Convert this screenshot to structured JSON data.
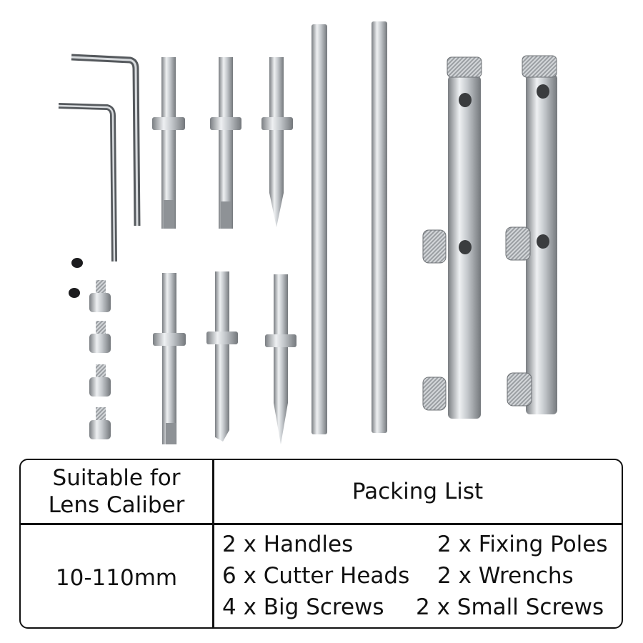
{
  "table": {
    "caliber_header_line1": "Suitable for",
    "caliber_header_line2": "Lens Caliber",
    "packing_header": "Packing List",
    "caliber_value": "10-110mm",
    "items": [
      "2 x Handles",
      "2 x Fixing Poles",
      "6 x Cutter Heads",
      "2 x Wrenchs",
      "4 x Big Screws",
      "2 x Small Screws"
    ]
  },
  "colors": {
    "steel_light": "#e6e8ea",
    "steel_mid": "#b4b8bc",
    "steel_dark": "#6e7276",
    "border": "#111111"
  }
}
